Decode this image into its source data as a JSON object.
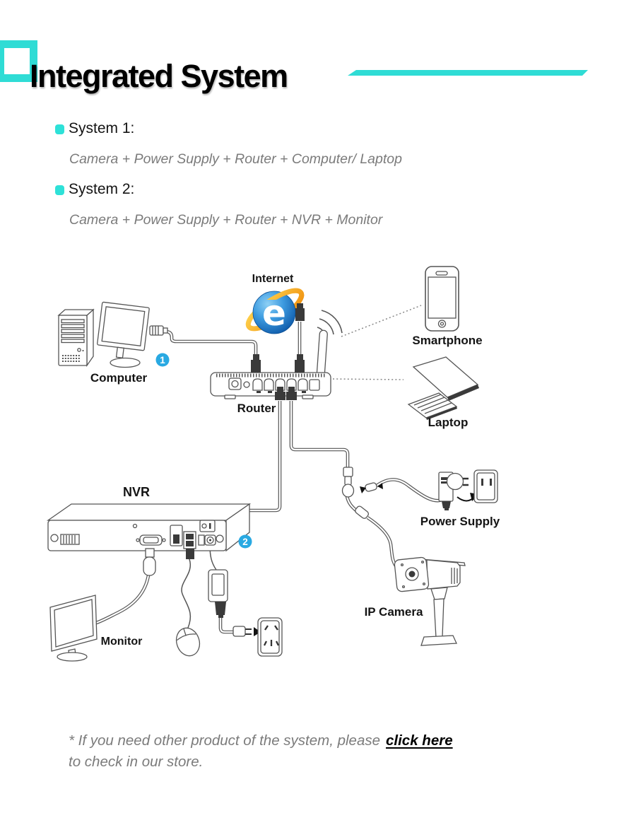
{
  "header": {
    "title": "Integrated System"
  },
  "systems": [
    {
      "label": "System 1:",
      "components": "Camera + Power Supply + Router + Computer/ Laptop"
    },
    {
      "label": "System 2:",
      "components": "Camera + Power Supply + Router + NVR + Monitor"
    }
  ],
  "diagram": {
    "labels": {
      "internet": "Internet",
      "computer": "Computer",
      "router": "Router",
      "smartphone": "Smartphone",
      "laptop": "Laptop",
      "nvr": "NVR",
      "power_supply": "Power Supply",
      "ip_camera": "IP Camera",
      "monitor": "Monitor"
    },
    "badges": [
      {
        "number": "1"
      },
      {
        "number": "2"
      }
    ],
    "internet_icon_letter": "e"
  },
  "footnote": {
    "prefix": "* If you need other product of the system, please",
    "link_label": "click here",
    "suffix": "to check in our store."
  },
  "colors": {
    "accent_teal": "#2fdcd5",
    "badge_blue": "#29a9e2",
    "line_gray": "#555555",
    "text_gray": "#7b7b7b",
    "ie_blue": "#1c75bc",
    "ie_gold": "#f6a21c"
  }
}
